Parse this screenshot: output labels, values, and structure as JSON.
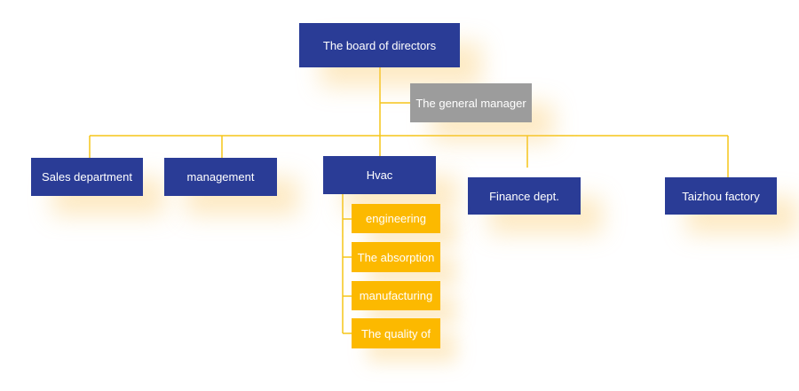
{
  "org_chart": {
    "top": {
      "label": "The board of directors"
    },
    "assistant": {
      "label": "The general manager"
    },
    "departments": [
      {
        "key": "sales",
        "label": "Sales department"
      },
      {
        "key": "management",
        "label": "management"
      },
      {
        "key": "hvac",
        "label": "Hvac"
      },
      {
        "key": "finance",
        "label": "Finance dept."
      },
      {
        "key": "taizhou",
        "label": "Taizhou factory"
      }
    ],
    "hvac_children": [
      {
        "label": "engineering"
      },
      {
        "label": "The absorption"
      },
      {
        "label": "manufacturing"
      },
      {
        "label": "The quality of"
      }
    ]
  },
  "colors": {
    "node_blue": "#2a3c96",
    "node_grey": "#9c9c9c",
    "node_yellow": "#fcb900",
    "connector": "#f5c518",
    "text": "#ffffff"
  }
}
